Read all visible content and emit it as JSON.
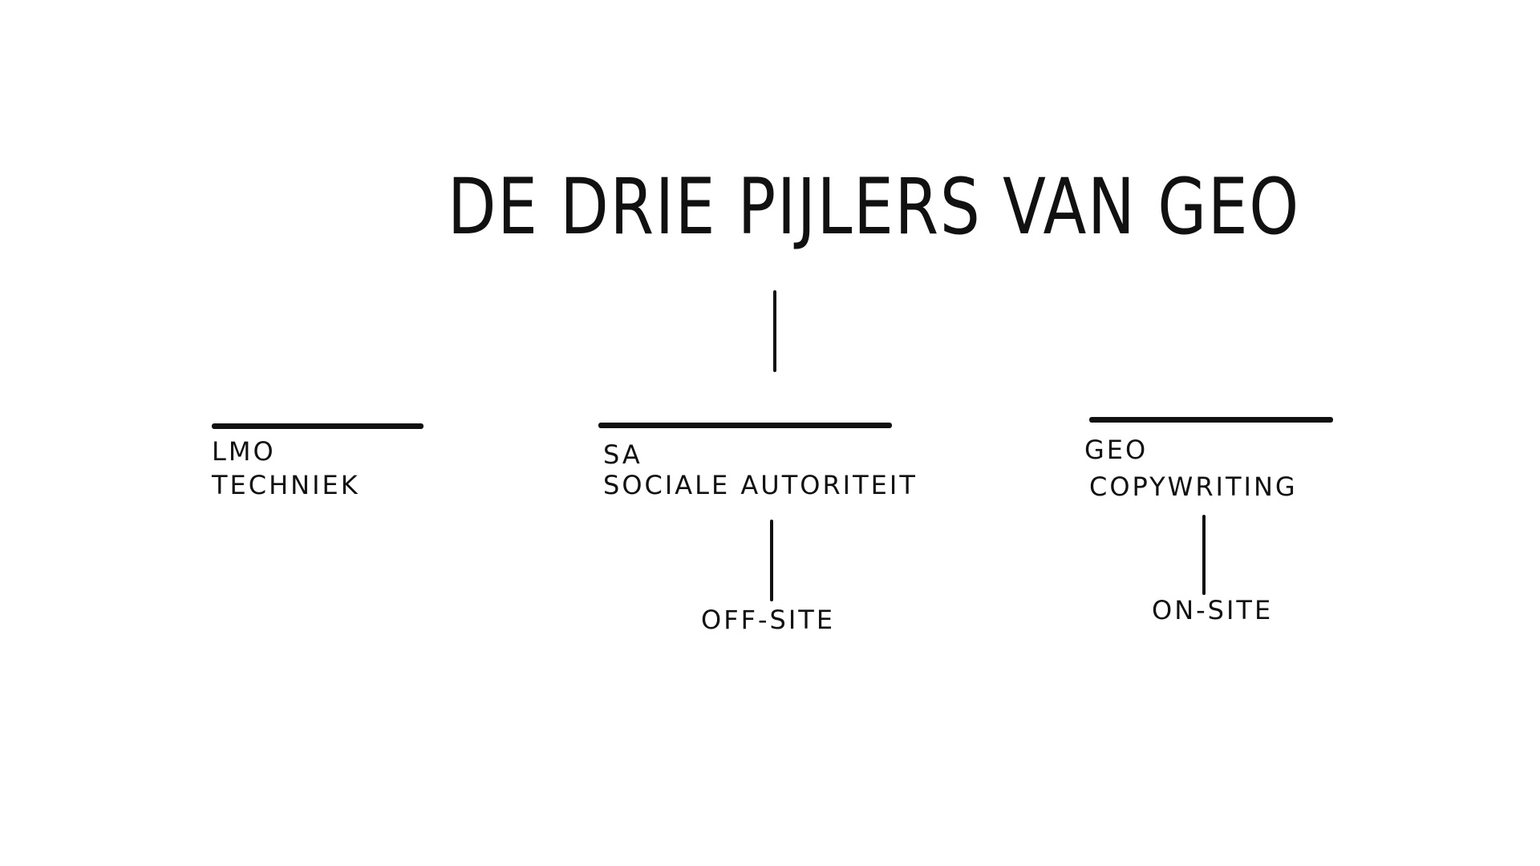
{
  "title": "DE DRIE PIJLERS VAN GEO",
  "pillars": [
    {
      "code": "LMO",
      "name": "TECHNIEK"
    },
    {
      "code": "SA",
      "name": "SOCIALE AUTORITEIT",
      "sub": "OFF-SITE"
    },
    {
      "code": "GEO",
      "name": "COPYWRITING",
      "sub": "ON-SITE"
    }
  ],
  "colors": {
    "ink": "#111111",
    "background": "#ffffff"
  }
}
